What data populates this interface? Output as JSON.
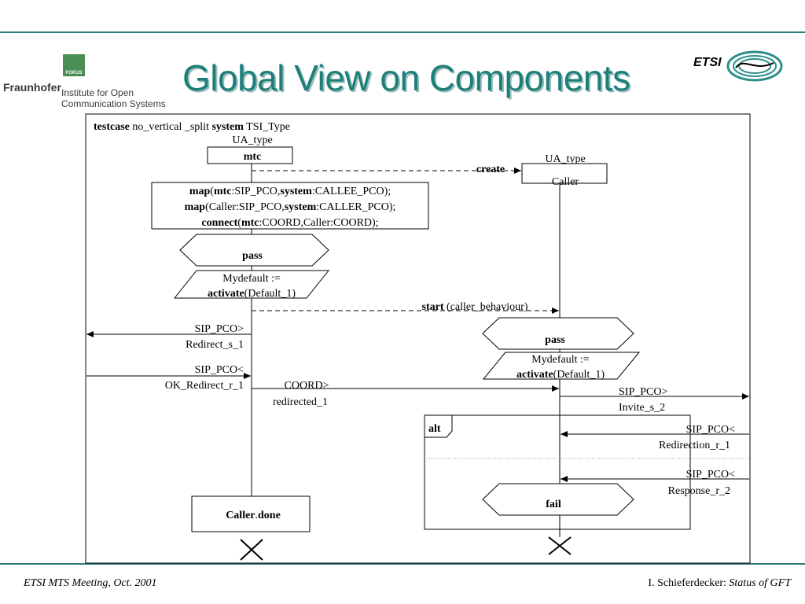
{
  "slide": {
    "title": "Global View on Components",
    "logo_left": {
      "name": "Fraunhofer",
      "fokus_label": "FOKUS",
      "institute_line1": "Institute for Open",
      "institute_line2": "Communication Systems"
    },
    "logo_right": {
      "text": "ETSI"
    }
  },
  "diagram": {
    "header": {
      "kw1": "testcase",
      "t1": " no_vertical _split ",
      "kw2": "system",
      "t2": " TSI_Type"
    },
    "mtc": {
      "type": "UA_type",
      "name": "mtc"
    },
    "caller": {
      "type": "UA_type",
      "name": "Caller"
    },
    "create_label": "create",
    "action_box": {
      "l1": {
        "k1": "map",
        "t1": "(",
        "k2": "mtc",
        "t2": ":SIP_PCO,",
        "k3": "system",
        "t3": ":CALLEE_PCO);"
      },
      "l2": {
        "k1": "map",
        "t1": "(Caller:SIP_PCO,",
        "k2": "system",
        "t2": ":CALLER_PCO);"
      },
      "l3": {
        "k1": "connect",
        "t1": "(",
        "k2": "mtc",
        "t2": ":COORD,Caller:COORD);"
      }
    },
    "mtc_verdict": "pass",
    "mtc_default": {
      "line1": "Mydefault :=",
      "kw": "activate",
      "rest": "(Default_1)"
    },
    "start": {
      "kw": "start",
      "rest": " (caller_behaviour)"
    },
    "mtc_msgs": [
      {
        "port": "SIP_PCO>",
        "msg": "Redirect_s_1"
      },
      {
        "port": "SIP_PCO<",
        "msg": "OK_Redirect_r_1"
      }
    ],
    "coord_msg": {
      "port": "COORD>",
      "msg": "redirected_1"
    },
    "caller_verdict": "pass",
    "caller_default": {
      "line1": "Mydefault :=",
      "kw": "activate",
      "rest": "(Default_1)"
    },
    "caller_msgs": [
      {
        "port": "SIP_PCO>",
        "msg": "Invite_s_2"
      },
      {
        "port": "SIP_PCO<",
        "msg": "Redirection_r_1"
      },
      {
        "port": "SIP_PCO<",
        "msg": "Response_r_2"
      }
    ],
    "alt_label": "alt",
    "caller_fail": "fail",
    "done": {
      "kw1": "Caller",
      "dot": ".",
      "kw2": "done"
    }
  },
  "footer": {
    "left": "ETSI MTS Meeting, Oct. 2001",
    "right_author": "I. Schieferdecker: ",
    "right_title": "Status of GFT"
  }
}
